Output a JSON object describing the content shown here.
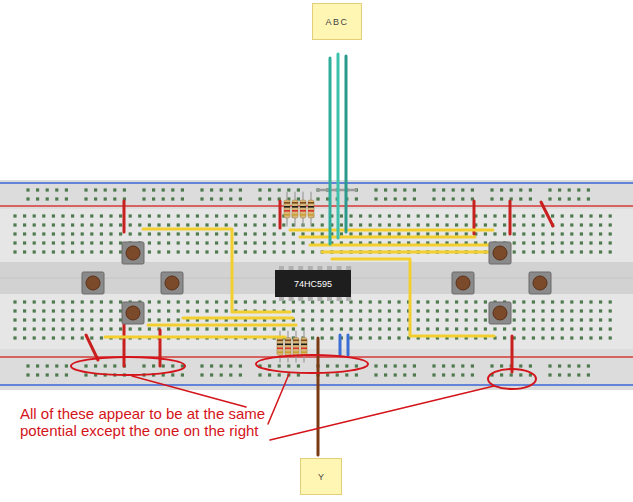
{
  "diagram": {
    "nodes": [
      {
        "text": [
          "ABC"
        ]
      },
      {
        "text": [
          "74HC595"
        ]
      },
      {
        "text": [
          "Y"
        ]
      }
    ],
    "labels": [
      "All of these appear to be at the same potential except the one on the right"
    ]
  }
}
